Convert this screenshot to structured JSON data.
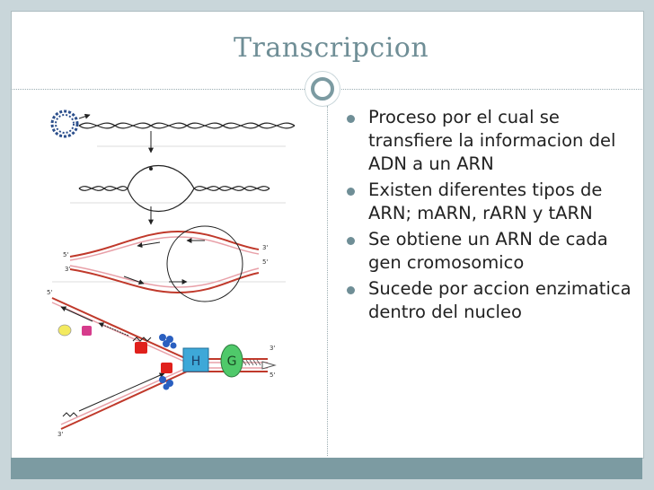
{
  "slide": {
    "title": "Transcripcion",
    "bullets": [
      "Proceso por el cual se transfiere la informacion del ADN a un ARN",
      "Existen diferentes tipos de ARN; mARN, rARN y tARN",
      "Se obtiene un ARN de cada gen cromosomico",
      "Sucede por accion enzimatica dentro del nucleo"
    ]
  },
  "diagram": {
    "labels": {
      "five_prime_a": "5'",
      "three_prime_a": "3'",
      "three_prime_b": "3'",
      "five_prime_b": "5'",
      "five_prime_c": "5'",
      "three_prime_c": "3'",
      "five_prime_d": "5'",
      "three_prime_d": "3'",
      "enzyme_h": "H",
      "enzyme_g": "G"
    },
    "colors": {
      "strand_red": "#c0392b",
      "strand_pink": "#e8a0a8",
      "enzyme_h": "#3ea8d8",
      "enzyme_g": "#4fc96a",
      "protein_yellow": "#f3ea5f",
      "protein_magenta": "#d63c8c",
      "protein_red": "#e0201c",
      "protein_blue": "#2a5fc0"
    }
  }
}
